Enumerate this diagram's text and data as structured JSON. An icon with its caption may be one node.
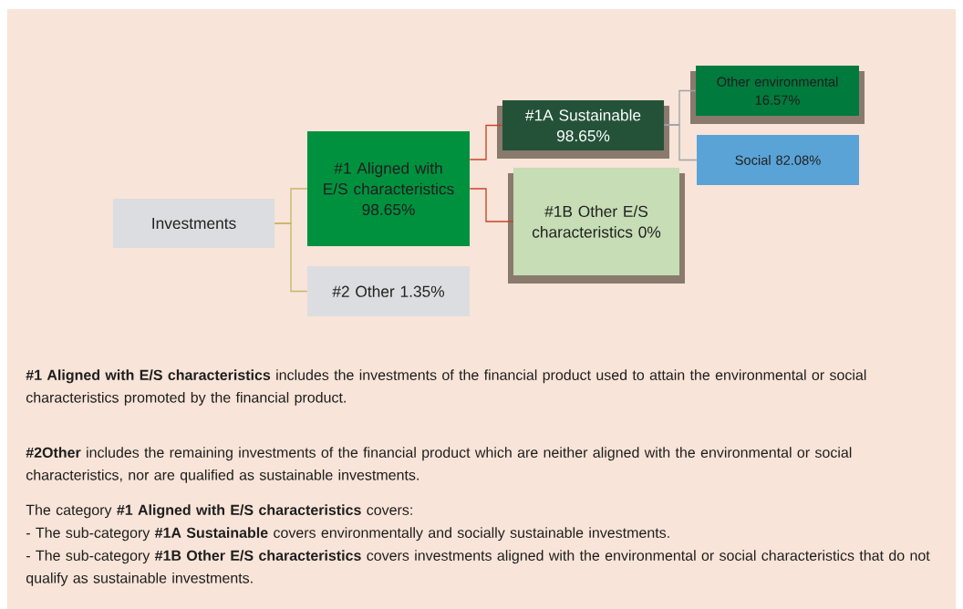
{
  "diagram": {
    "nodes": [
      {
        "text": [
          "Investments"
        ]
      },
      {
        "text": [
          "#1 Aligned with E/S characteristics 98.65%"
        ]
      },
      {
        "text": [
          "#2 Other 1.35%"
        ]
      },
      {
        "text": [
          "#1A Sustainable 98.65%"
        ]
      },
      {
        "text": [
          "#1B Other E/S characteristics 0%"
        ]
      },
      {
        "text": [
          "Other environmental 16.57%"
        ]
      },
      {
        "text": [
          "Social 82.08%"
        ]
      }
    ],
    "edges": [
      {
        "from": 0,
        "to": 1,
        "arrow": "none",
        "color": "#c8b46a"
      },
      {
        "from": 0,
        "to": 2,
        "arrow": "none",
        "color": "#c8b46a"
      },
      {
        "from": 1,
        "to": 3,
        "arrow": "none",
        "color": "#c8432a"
      },
      {
        "from": 1,
        "to": 4,
        "arrow": "none",
        "color": "#c8432a"
      },
      {
        "from": 3,
        "to": 5,
        "arrow": "none",
        "color": "#9aa3aa"
      },
      {
        "from": 3,
        "to": 6,
        "arrow": "none",
        "color": "#9aa3aa"
      }
    ],
    "labels": [
      "**#1 Aligned with E/S characteristics** includes the investments of the financial product used to attain the environmental or social characteristics promoted by the financial product.",
      "**#2Other** includes the remaining investments of the financial product which are neither aligned with the environmental or social characteristics, nor are qualified as sustainable investments.",
      "The category **#1 Aligned with E/S characteristics** covers:",
      "- The sub-category **#1A Sustainable** covers environmentally and socially sustainable investments.",
      "- The sub-category **#1B Other E/S characteristics** covers investments aligned with the environmental or social characteristics that do not qualify as sustainable investments."
    ]
  }
}
